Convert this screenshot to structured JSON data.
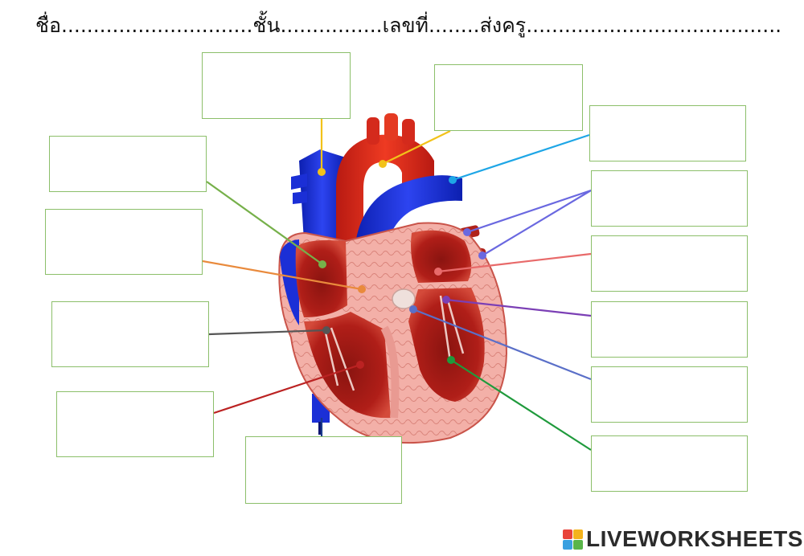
{
  "worksheet": {
    "header_line": "ชื่อ..............................ชั้น................เลขที่........ส่งครู........................................"
  },
  "colors": {
    "box_border": "#8cbf6a",
    "aorta_red": "#d42a1c",
    "vein_blue": "#1b2fd6",
    "muscle_pink": "#f0a6a0"
  },
  "brand": {
    "name": "LIVEWORKSHEETS",
    "logo_letters": [
      "L",
      "I",
      "V",
      "E"
    ]
  },
  "answer_boxes": [
    {
      "id": 1,
      "leader_color": "#f2c21a"
    },
    {
      "id": 2,
      "leader_color": "#f2c21a"
    },
    {
      "id": 3,
      "leader_color": "#1ea6e6"
    },
    {
      "id": 4,
      "leader_color": "#6a68e0"
    },
    {
      "id": 5,
      "leader_color": "#76b04a"
    },
    {
      "id": 6,
      "leader_color": "#e98a3c"
    },
    {
      "id": 7,
      "leader_color": "#e86a6a"
    },
    {
      "id": 8,
      "leader_color": "#555555"
    },
    {
      "id": 9,
      "leader_color": "#7b3fb5"
    },
    {
      "id": 10,
      "leader_color": "#bb2222"
    },
    {
      "id": 11,
      "leader_color": "#5a6fc8"
    },
    {
      "id": 12,
      "leader_color": "#1f9a3c"
    },
    {
      "id": 13,
      "leader_color": "#1a3a8a"
    }
  ]
}
